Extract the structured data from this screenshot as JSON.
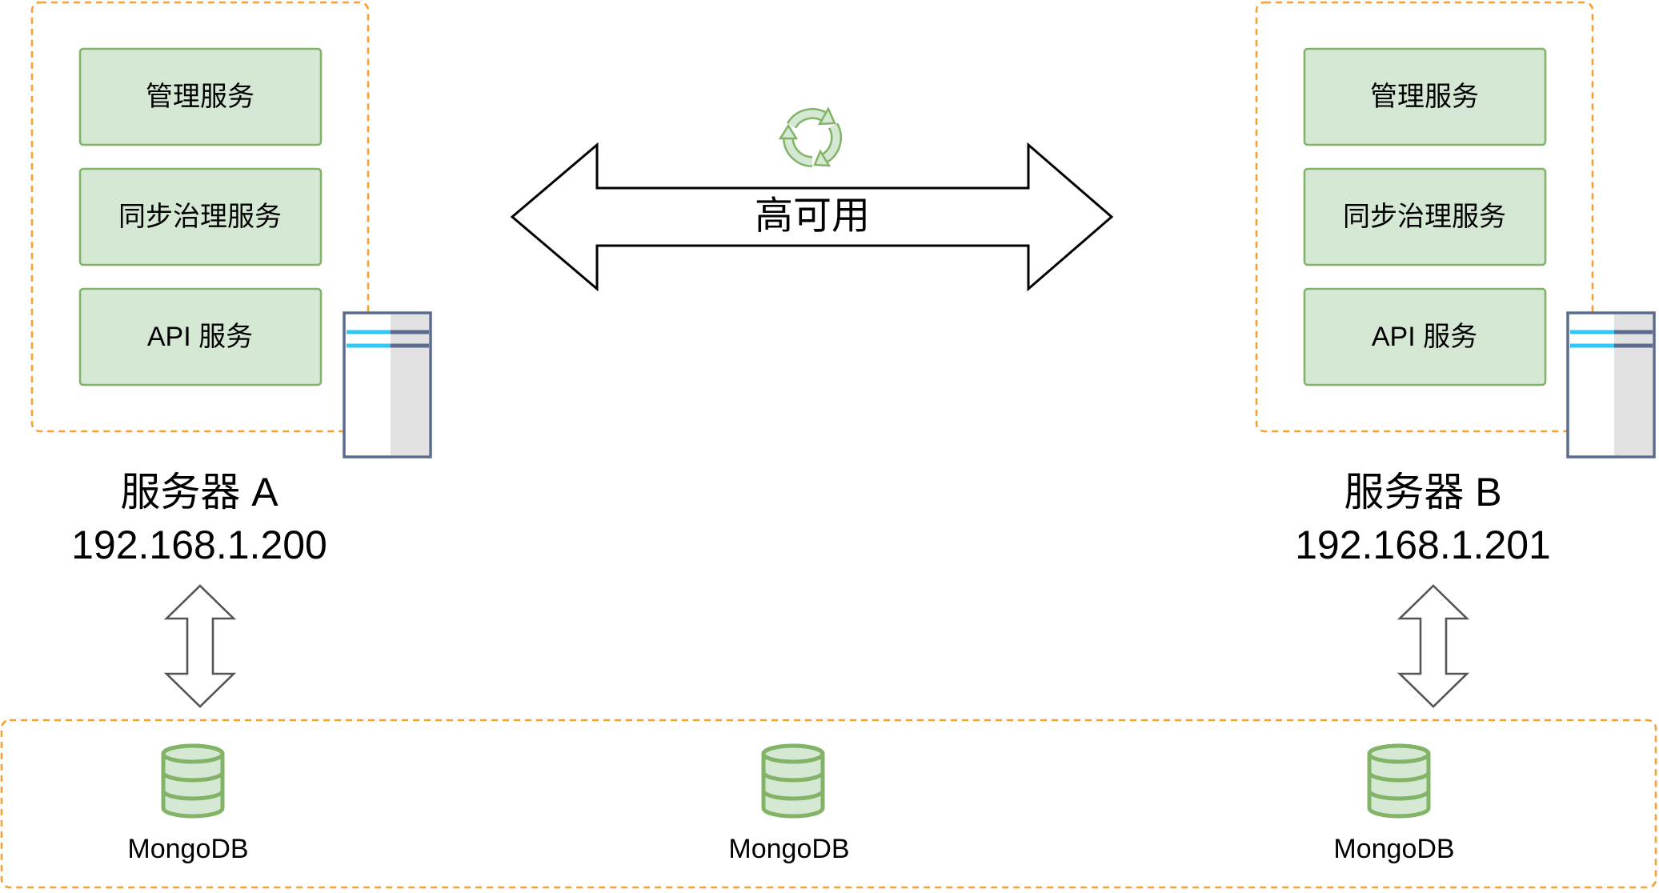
{
  "servers": [
    {
      "name": "服务器 A",
      "ip": "192.168.1.200",
      "services": [
        "管理服务",
        "同步治理服务",
        "API 服务"
      ]
    },
    {
      "name": "服务器 B",
      "ip": "192.168.1.201",
      "services": [
        "管理服务",
        "同步治理服务",
        "API 服务"
      ]
    }
  ],
  "link": {
    "label": "高可用",
    "icon": "recycle-icon"
  },
  "database": {
    "nodes": [
      "MongoDB",
      "MongoDB",
      "MongoDB"
    ],
    "icon": "database-icon"
  },
  "colors": {
    "group_border": "#f5a033",
    "service_fill": "#d5e8d4",
    "service_border": "#82b366",
    "server_icon_border": "#5b6b8e",
    "server_icon_accent": "#2fc7f5"
  }
}
